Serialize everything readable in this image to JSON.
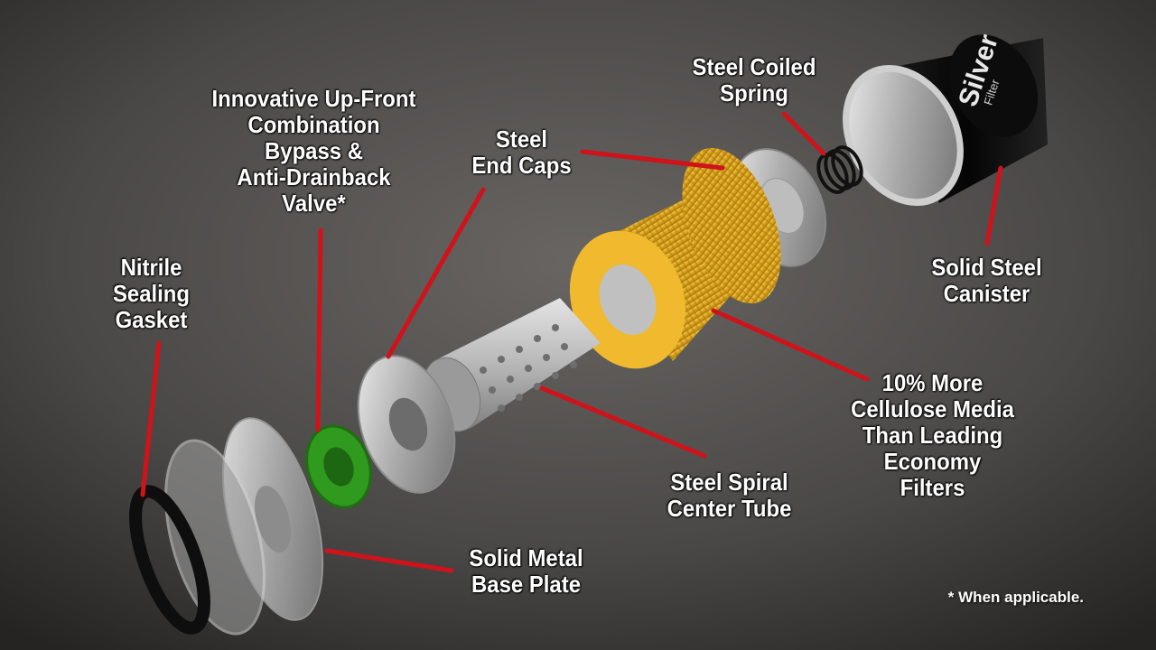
{
  "labels": {
    "steel_coiled_spring": [
      "Steel Coiled",
      "Spring"
    ],
    "bypass_valve": [
      "Innovative Up-Front",
      "Combination",
      "Bypass &",
      "Anti-Drainback",
      "Valve*"
    ],
    "end_caps": [
      "Steel",
      "End Caps"
    ],
    "gasket": [
      "Nitrile",
      "Sealing",
      "Gasket"
    ],
    "canister": [
      "Solid Steel",
      "Canister"
    ],
    "media": [
      "10% More",
      "Cellulose Media",
      "Than Leading",
      "Economy",
      "Filters"
    ],
    "center_tube": [
      "Steel Spiral",
      "Center Tube"
    ],
    "base_plate": [
      "Solid Metal",
      "Base Plate"
    ]
  },
  "footnote": "* When applicable.",
  "brand": {
    "name": "Silver",
    "sub": "Filter"
  },
  "colors": {
    "leader": "#d0121b",
    "background": "#4a4846",
    "media": "#e0a91a",
    "valve": "#2f9a1e"
  }
}
